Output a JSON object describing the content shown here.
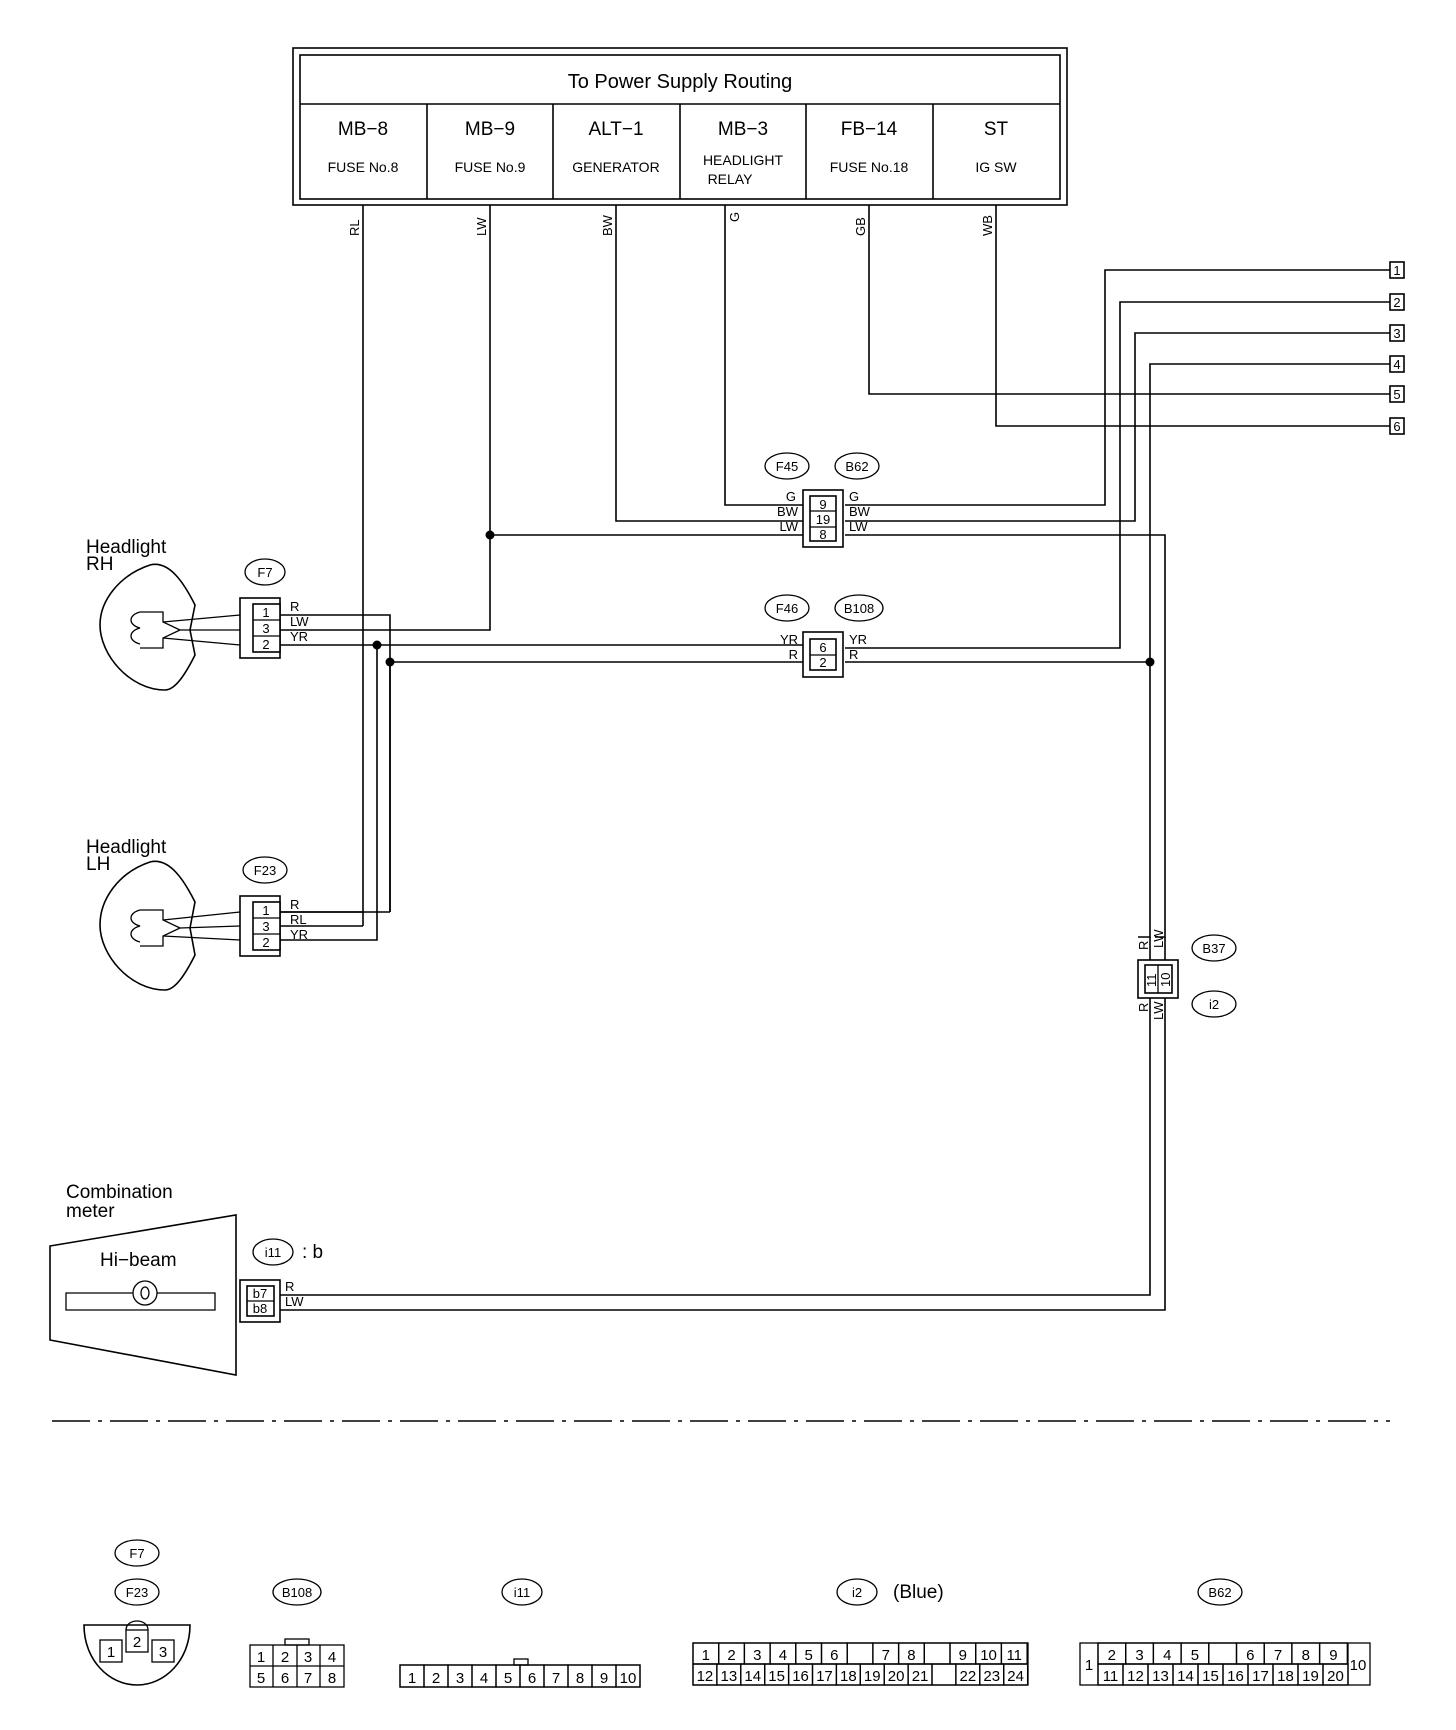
{
  "power_box": {
    "title": "To Power Supply Routing",
    "columns": [
      {
        "code": "MB−8",
        "desc": "FUSE No.8",
        "wire": "RL"
      },
      {
        "code": "MB−9",
        "desc": "FUSE No.9",
        "wire": "LW"
      },
      {
        "code": "ALT−1",
        "desc": "GENERATOR",
        "wire": "BW"
      },
      {
        "code": "MB−3",
        "desc": "HEADLIGHT",
        "desc2": "RELAY",
        "wire": "G"
      },
      {
        "code": "FB−14",
        "desc": "FUSE No.18",
        "wire": "GB"
      },
      {
        "code": "ST",
        "desc": "IG SW",
        "wire": "WB"
      }
    ]
  },
  "terminals": [
    "1",
    "2",
    "3",
    "4",
    "5",
    "6"
  ],
  "components": {
    "headlight_rh": {
      "line1": "Headlight",
      "line2": "RH"
    },
    "headlight_lh": {
      "line1": "Headlight",
      "line2": "LH"
    },
    "combination_meter": {
      "line1": "Combination",
      "line2": "meter",
      "lamp": "Hi−beam"
    }
  },
  "connectors": {
    "f45": "F45",
    "b62": "B62",
    "f45_pins": [
      "9",
      "19",
      "8"
    ],
    "f45_left": [
      "G",
      "BW",
      "LW"
    ],
    "f45_right": [
      "G",
      "BW",
      "LW"
    ],
    "f46": "F46",
    "b108": "B108",
    "f46_pins": [
      "6",
      "2"
    ],
    "f46_left": [
      "YR",
      "R"
    ],
    "f46_right": [
      "YR",
      "R"
    ],
    "f7": "F7",
    "f7_pins": [
      "1",
      "3",
      "2"
    ],
    "f7_wires": [
      "R",
      "LW",
      "YR"
    ],
    "f23": "F23",
    "f23_pins": [
      "1",
      "3",
      "2"
    ],
    "f23_wires": [
      "R",
      "RL",
      "YR"
    ],
    "b37": "B37",
    "i2": "i2",
    "b37_pins": [
      "11",
      "10"
    ],
    "b37_top": [
      "R",
      "LW"
    ],
    "b37_bottom": [
      "R",
      "LW"
    ],
    "i11": "i11",
    "i11_suffix": ": b",
    "i11_pins": [
      "b7",
      "b8"
    ],
    "i11_wires": [
      "R",
      "LW"
    ]
  },
  "legend": {
    "f7": "F7",
    "f23": "F23",
    "f7_pins": [
      "1",
      "2",
      "3"
    ],
    "b108": "B108",
    "b108_row1": [
      "1",
      "2",
      "3",
      "4"
    ],
    "b108_row2": [
      "5",
      "6",
      "7",
      "8"
    ],
    "i11": "i11",
    "i11_pins": [
      "1",
      "2",
      "3",
      "4",
      "5",
      "6",
      "7",
      "8",
      "9",
      "10"
    ],
    "i2": "i2",
    "i2_suffix": "(Blue)",
    "i2_row1": [
      "1",
      "2",
      "3",
      "4",
      "5",
      "6",
      "",
      "7",
      "8",
      "",
      "9",
      "10",
      "11"
    ],
    "i2_row2": [
      "12",
      "13",
      "14",
      "15",
      "16",
      "17",
      "18",
      "19",
      "20",
      "21",
      "",
      "22",
      "23",
      "24"
    ],
    "b62": "B62",
    "b62_row1": [
      "2",
      "3",
      "4",
      "5",
      "",
      "6",
      "7",
      "8",
      "9"
    ],
    "b62_row2": [
      "11",
      "12",
      "13",
      "14",
      "15",
      "16",
      "17",
      "18",
      "19",
      "20"
    ],
    "b62_left": "1",
    "b62_right": "10"
  }
}
